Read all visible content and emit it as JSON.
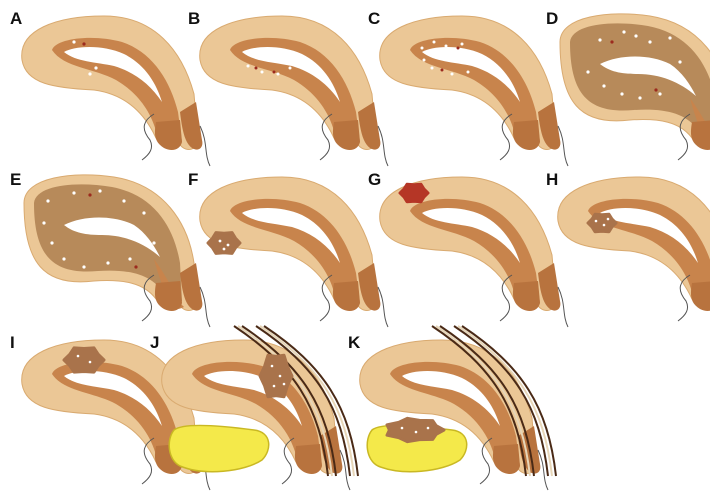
{
  "panels": [
    {
      "id": "A",
      "label": "A",
      "variant": "superficial-spots"
    },
    {
      "id": "B",
      "label": "B",
      "variant": "more-spots"
    },
    {
      "id": "C",
      "label": "C",
      "variant": "many-spots"
    },
    {
      "id": "D",
      "label": "D",
      "variant": "enlarged-diffuse"
    },
    {
      "id": "E",
      "label": "E",
      "variant": "enlarged-diffuse-large"
    },
    {
      "id": "F",
      "label": "F",
      "variant": "posterior-nodule"
    },
    {
      "id": "G",
      "label": "G",
      "variant": "subserosal-red-nodule"
    },
    {
      "id": "H",
      "label": "H",
      "variant": "inner-nodule"
    },
    {
      "id": "I",
      "label": "I",
      "variant": "external-nodule"
    },
    {
      "id": "J",
      "label": "J",
      "variant": "nodule-with-rectum-bladder"
    },
    {
      "id": "K",
      "label": "K",
      "variant": "nodule-on-bladder"
    }
  ],
  "colors": {
    "outer_myometrium": "#ebc796",
    "outer_myometrium_edge": "#d9aa70",
    "inner_layer": "#c8844c",
    "inner_layer_dark": "#b8733e",
    "cavity": "#ffffff",
    "diffuse_disease": "#b78a5a",
    "lesion_brown": "#a9734b",
    "lesion_red": "#b53626",
    "spot_white": "#ffffff",
    "spot_red": "#9c2a1e",
    "bladder": "#f4e94a",
    "bladder_edge": "#c9b823",
    "bowel_stripe": "#4a2a16",
    "outline": "#555555"
  }
}
